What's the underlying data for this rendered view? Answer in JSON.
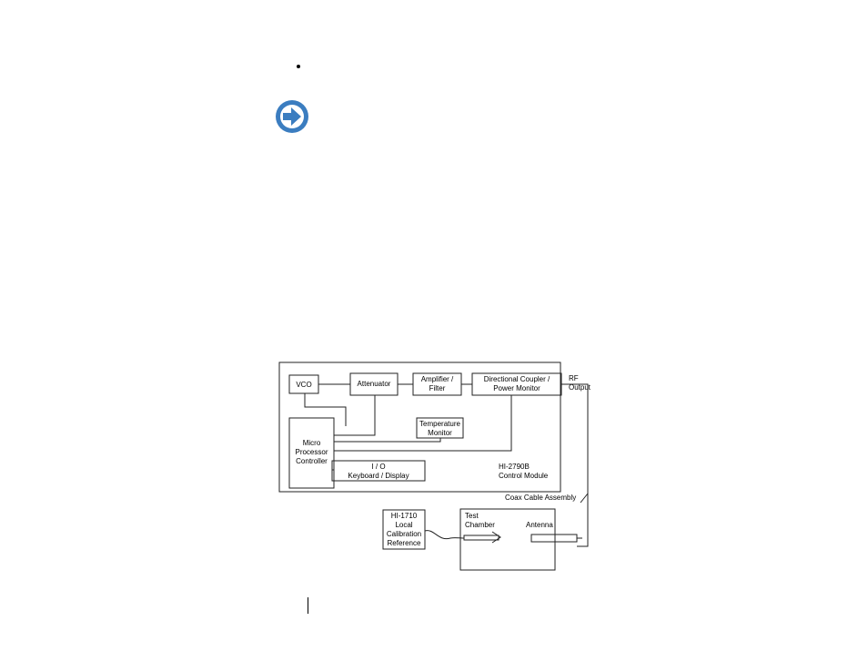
{
  "icon": {
    "name": "arrow-right-circle-icon",
    "color": "#3b7dc0"
  },
  "diagram": {
    "vco": "VCO",
    "attenuator": "Attenuator",
    "amplifier": "Amplifier /\nFilter",
    "coupler": "Directional Coupler /\nPower Monitor",
    "rf_output": "RF\nOutput",
    "temperature": "Temperature\nMonitor",
    "controller": "Micro\nProcessor\nController",
    "io": "I / O\nKeyboard / Display",
    "module": "HI-2790B\nControl Module",
    "coax": "Coax Cable Assembly",
    "calibration": "HI-1710\nLocal\nCalibration\nReference",
    "chamber": "Test\nChamber",
    "antenna": "Antenna"
  }
}
